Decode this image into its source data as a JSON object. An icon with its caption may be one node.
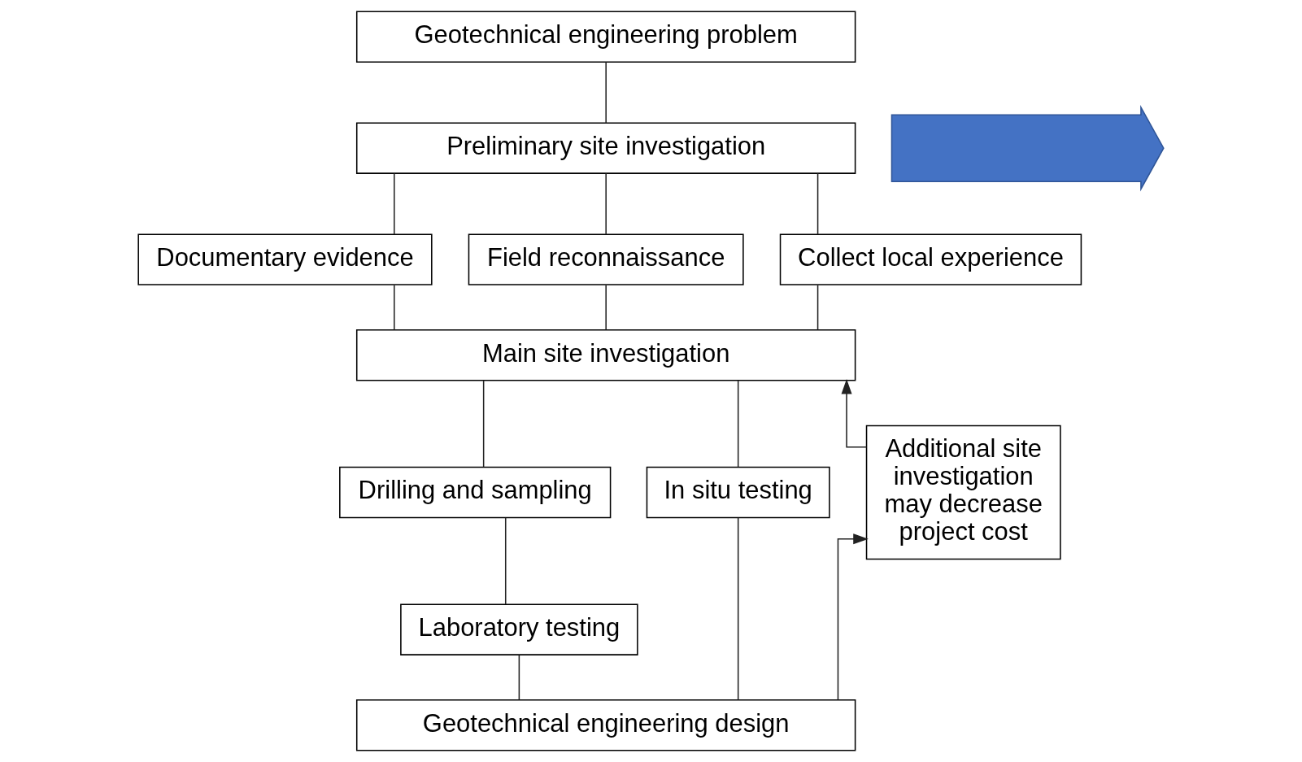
{
  "diagram": {
    "nodes": [
      {
        "text": [
          "Geotechnical engineering problem"
        ]
      },
      {
        "text": [
          "Preliminary site investigation"
        ]
      },
      {
        "text": [
          "Documentary evidence"
        ]
      },
      {
        "text": [
          "Field reconnaissance"
        ]
      },
      {
        "text": [
          "Collect local experience"
        ]
      },
      {
        "text": [
          "Main site investigation"
        ]
      },
      {
        "text": [
          "Drilling and sampling"
        ]
      },
      {
        "text": [
          "In situ testing"
        ]
      },
      {
        "text": [
          "Laboratory testing"
        ]
      },
      {
        "text": [
          "Additional site investigation may decrease project cost"
        ]
      },
      {
        "text": [
          "Geotechnical engineering design"
        ]
      },
      {
        "text": [],
        "shape": "arrow"
      }
    ],
    "edges": [
      {
        "from": 0,
        "to": 1,
        "arrow": "none"
      },
      {
        "from": 1,
        "to": 2,
        "arrow": "none"
      },
      {
        "from": 1,
        "to": 3,
        "arrow": "none"
      },
      {
        "from": 1,
        "to": 4,
        "arrow": "none"
      },
      {
        "from": 2,
        "to": 5,
        "arrow": "none"
      },
      {
        "from": 3,
        "to": 5,
        "arrow": "none"
      },
      {
        "from": 4,
        "to": 5,
        "arrow": "none"
      },
      {
        "from": 5,
        "to": 6,
        "arrow": "none"
      },
      {
        "from": 5,
        "to": 7,
        "arrow": "none"
      },
      {
        "from": 6,
        "to": 8,
        "arrow": "none"
      },
      {
        "from": 8,
        "to": 10,
        "arrow": "none"
      },
      {
        "from": 7,
        "to": 10,
        "arrow": "none"
      },
      {
        "from": 10,
        "to": 9,
        "arrow": "to"
      },
      {
        "from": 9,
        "to": 5,
        "arrow": "to"
      }
    ]
  }
}
